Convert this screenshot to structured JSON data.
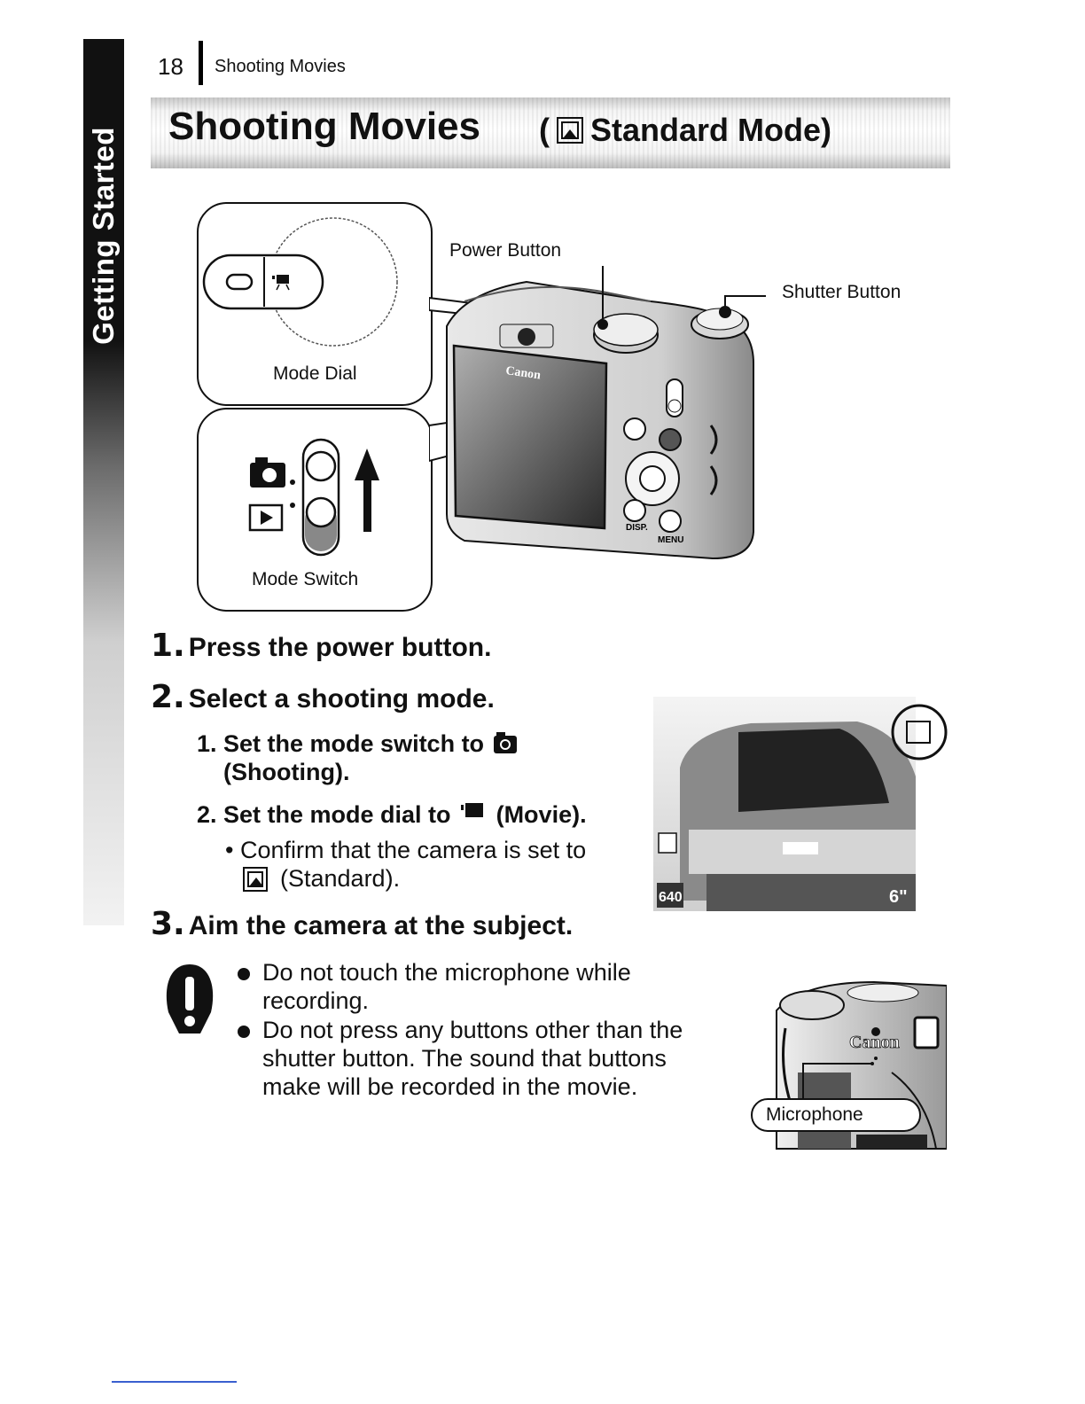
{
  "header": {
    "page_number": "18",
    "running_title": "Shooting Movies"
  },
  "side_tab": {
    "label": "Getting Started"
  },
  "title": {
    "main": "Shooting Movies",
    "sub_open": "(",
    "sub_text": "Standard Mode)"
  },
  "figure": {
    "mode_dial_label": "Mode Dial",
    "mode_switch_label": "Mode Switch",
    "power_button_label": "Power Button",
    "shutter_button_label": "Shutter Button"
  },
  "steps": [
    {
      "num": "1.",
      "text": "Press the power button."
    },
    {
      "num": "2.",
      "text": "Select a shooting mode."
    },
    {
      "num": "3.",
      "text": "Aim the camera at the subject."
    }
  ],
  "substeps": {
    "s1_line1": "1. Set the mode switch to",
    "s1_line2": "(Shooting).",
    "s2_line1": "2. Set the mode dial to",
    "s2_line1_end": "(Movie).",
    "bullet_line1": "• Confirm that the camera is set to",
    "bullet_line2": "(Standard)."
  },
  "lcd": {
    "resolution": "640",
    "remaining": "6\""
  },
  "warnings": [
    {
      "line1": "Do not touch the microphone while",
      "line2": "recording."
    },
    {
      "line1": "Do not press any buttons other than the",
      "line2": "shutter button. The sound that buttons",
      "line3": "make will be recorded in the movie."
    }
  ],
  "mic_label": "Microphone"
}
